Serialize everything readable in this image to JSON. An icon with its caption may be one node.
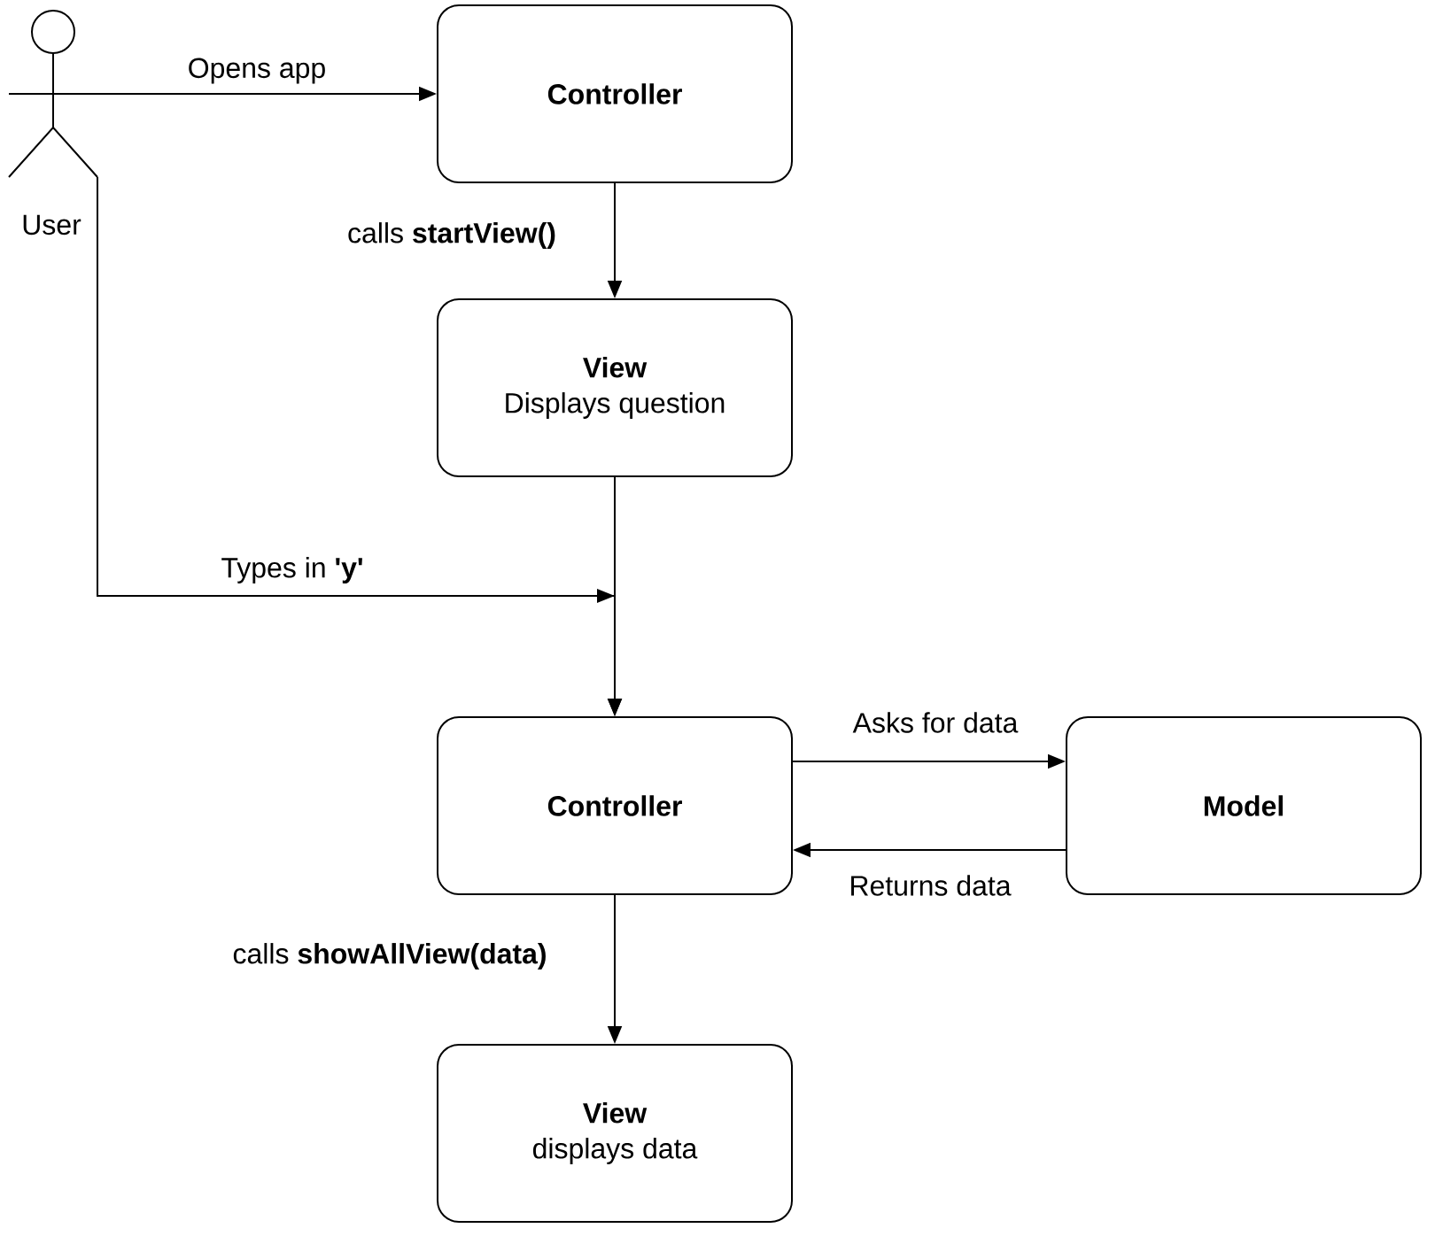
{
  "diagram": {
    "nodes": [
      {
        "text": [
          "User"
        ]
      },
      {
        "text": [
          "Controller"
        ]
      },
      {
        "text": [
          "View",
          "Displays question"
        ]
      },
      {
        "text": [
          "Controller"
        ]
      },
      {
        "text": [
          "Model"
        ]
      },
      {
        "text": [
          "View",
          "displays data"
        ]
      }
    ],
    "edges": [
      {
        "from": 0,
        "to": 1,
        "arrow": "to",
        "label": "Opens app"
      },
      {
        "from": 1,
        "to": 2,
        "arrow": "to",
        "label": "calls **startView()**"
      },
      {
        "from": 2,
        "to": 3,
        "arrow": "to"
      },
      {
        "from": 0,
        "to": 3,
        "arrow": "to",
        "label": "Types in **'y'**"
      },
      {
        "from": 3,
        "to": 4,
        "arrow": "to",
        "label": "Asks for data"
      },
      {
        "from": 4,
        "to": 3,
        "arrow": "to",
        "label": "Returns data"
      },
      {
        "from": 3,
        "to": 5,
        "arrow": "to",
        "label": "calls **showAllView(data)**"
      }
    ]
  }
}
